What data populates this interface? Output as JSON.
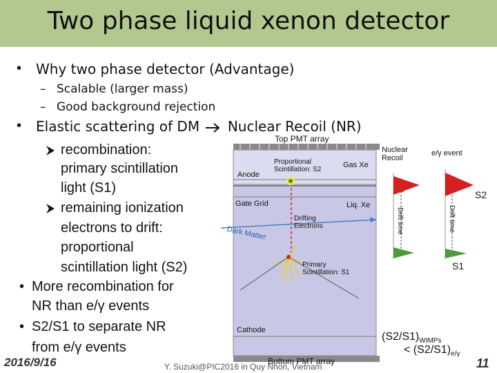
{
  "title": "Two phase liquid xenon detector",
  "bullets": {
    "why": "Why two phase detector (Advantage)",
    "sub1": "Scalable (larger mass)",
    "sub2": "Good background rejection",
    "elastic_prefix": "Elastic scattering of DM",
    "elastic_suffix": "Nuclear Recoil (NR)",
    "arrow1_lines": [
      "recombination:",
      "primary scintillation",
      "light (S1)"
    ],
    "arrow2_lines": [
      "remaining ionization",
      "electrons to drift:",
      "proportional",
      "scintillation light (S2)"
    ],
    "more_lines": [
      "More recombination for",
      "NR than e/γ events"
    ],
    "ratio_lines": [
      "S2/S1 to separate NR",
      "from e/γ events"
    ]
  },
  "diagram": {
    "top_pmt": "Top PMT array",
    "bottom_pmt": "Bottom PMT array",
    "anode": "Anode",
    "gas": "Gas Xe",
    "prop_l1": "Proportional",
    "prop_l2": "Scintillation: S2",
    "gate": "Gate Grid",
    "liq": "Liq. Xe",
    "drift_l1": "Drifting",
    "drift_l2": "Electrons",
    "dark_matter": "Dark Matter",
    "primary_l1": "Primary",
    "primary_l2": "Scintillation: S1",
    "cathode": "Cathode"
  },
  "signals": {
    "nr_l1": "Nuclear",
    "nr_l2": "Recoil",
    "eg": "e/γ event",
    "drift_time": "Drift time",
    "s2": "S2",
    "s1": "S1",
    "ratio_l1_main": "(S2/S1)",
    "ratio_l1_sub": "WIMPs",
    "ratio_l2_main": "< (S2/S1)",
    "ratio_l2_sub": "e/γ"
  },
  "footer": {
    "date": "2016/9/16",
    "credit": "Y. Suzuki@PIC2016 in Quy Nhon, Vietnam",
    "page": "11"
  },
  "colors": {
    "title_bar": "#b3c88f",
    "liquid": "#c8c8e6",
    "gas": "#dcdcf0",
    "red_flag": "#d42020",
    "green_flag": "#4e9a3c",
    "arrow_blue": "#4a7fc4"
  },
  "icons": [
    "arrow-right-icon",
    "arrow-bullet-icon"
  ]
}
